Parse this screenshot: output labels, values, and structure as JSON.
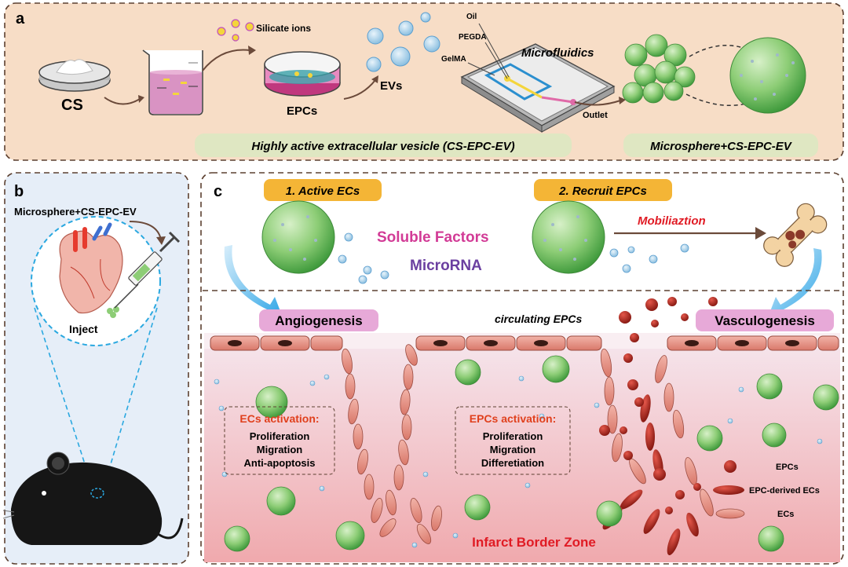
{
  "panel_a": {
    "letter": "a",
    "cs_label": "CS",
    "silicate_label": "Silicate ions",
    "epcs_label": "EPCs",
    "evs_label": "EVs",
    "oil_label": "Oil",
    "pegda_label": "PEGDA",
    "gelma_label": "GelMA",
    "microfluidics_label": "Microfluidics",
    "outlet_label": "Outlet",
    "banner_left": "Highly active extracellular vesicle (CS-EPC-EV)",
    "banner_right": "Microsphere+CS-EPC-EV"
  },
  "panel_b": {
    "letter": "b",
    "title": "Microsphere+CS-EPC-EV",
    "inject_label": "Inject"
  },
  "panel_c": {
    "letter": "c",
    "step1": "1. Active ECs",
    "step2": "2. Recruit EPCs",
    "soluble_factors": "Soluble Factors",
    "microrna": "MicroRNA",
    "mobilization": "Mobiliaztion",
    "angiogenesis": "Angiogenesis",
    "circulating": "circulating EPCs",
    "vasculogenesis": "Vasculogenesis",
    "ecs_activation": {
      "title": "ECs activation:",
      "items": [
        "Proliferation",
        "Migration",
        "Anti-apoptosis"
      ]
    },
    "epcs_activation": {
      "title": "EPCs activation:",
      "items": [
        "Proliferation",
        "Migration",
        "Differetiation"
      ]
    },
    "legend": {
      "epcs": "EPCs",
      "epc_derived": "EPC-derived ECs",
      "ecs": "ECs"
    },
    "zone_label": "Infarct Border Zone"
  },
  "colors": {
    "panel_a_bg": "#f7ddc6",
    "panel_b_bg": "#e6eef8",
    "panel_c_top_bg": "#ffffff",
    "tissue_bg": "#f3c9cc",
    "frame": "#5c4030",
    "banner": "#dfe7c2",
    "step_tag": "#f4b536",
    "pink_tag": "#e7a9d8",
    "soluble": "#d23b96",
    "microrna": "#6b3fa0",
    "mobilization": "#e01b24",
    "activation_title": "#e0401d",
    "zone": "#e01b24",
    "microsphere": "#7dc46a",
    "cell": "#e89a8c",
    "epc": "#a3261d"
  }
}
